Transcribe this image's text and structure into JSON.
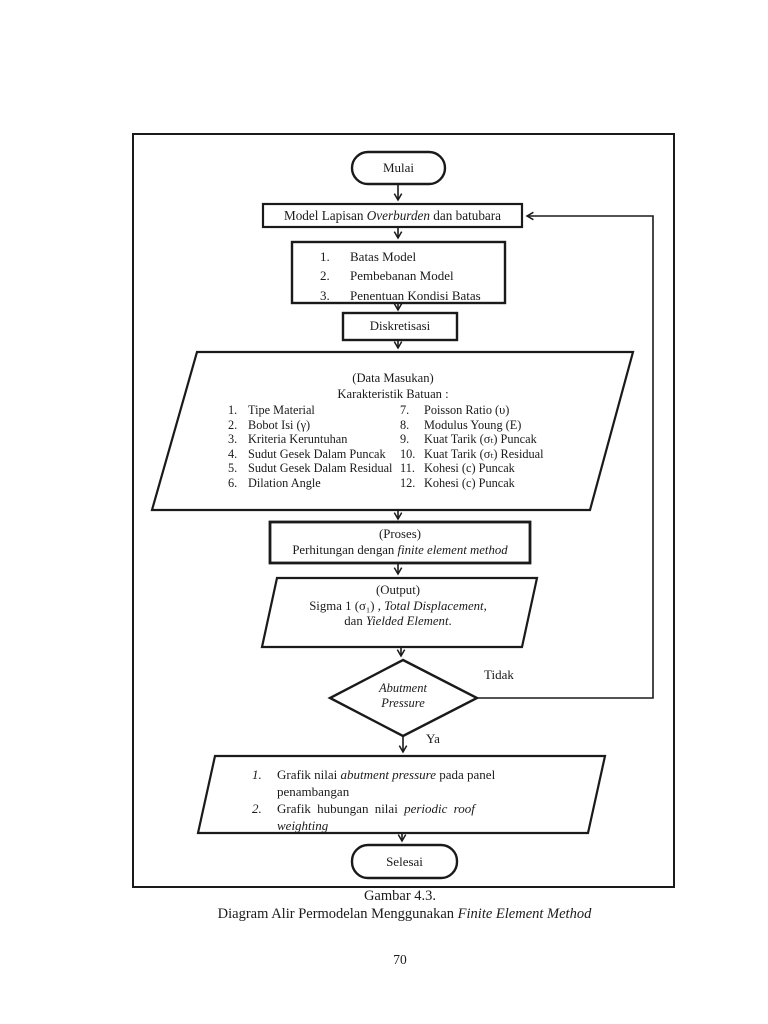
{
  "colors": {
    "ink": "#1a1a1a",
    "paper": "#ffffff"
  },
  "page": {
    "number": "70"
  },
  "caption": {
    "line1": "Gambar 4.3.",
    "line2_prefix": "Diagram Alir Permodelan Menggunakan ",
    "line2_italic": "Finite Element Method"
  },
  "flow": {
    "start": "Mulai",
    "model": {
      "prefix": "Model Lapisan ",
      "italic": "Overburden",
      "suffix": " dan batubara"
    },
    "setup": {
      "items": [
        {
          "num": "1.",
          "text": "Batas Model"
        },
        {
          "num": "2.",
          "text": "Pembebanan Model"
        },
        {
          "num": "3.",
          "text": "Penentuan Kondisi Batas"
        }
      ]
    },
    "discretize": "Diskretisasi",
    "input": {
      "title": "(Data Masukan)",
      "subtitle": "Karakteristik Batuan :",
      "left_items": [
        {
          "num": "1.",
          "text": "Tipe Material"
        },
        {
          "num": "2.",
          "text": "Bobot Isi (γ)"
        },
        {
          "num": "3.",
          "text": "Kriteria Keruntuhan"
        },
        {
          "num": "4.",
          "text": "Sudut Gesek Dalam Puncak"
        },
        {
          "num": "5.",
          "text": "Sudut Gesek Dalam Residual"
        },
        {
          "num": "6.",
          "text": "Dilation Angle"
        }
      ],
      "right_items": [
        {
          "num": "7.",
          "text": "Poisson Ratio (υ)"
        },
        {
          "num": "8.",
          "text": "Modulus Young (E)"
        },
        {
          "num": "9.",
          "text": "Kuat Tarik (σₜ) Puncak"
        },
        {
          "num": "10.",
          "text": "Kuat Tarik (σₜ) Residual"
        },
        {
          "num": "11.",
          "text": "Kohesi (c) Puncak"
        },
        {
          "num": "12.",
          "text": "Kohesi (c) Puncak"
        }
      ]
    },
    "process": {
      "title": "(Proses)",
      "prefix": "Perhitungan dengan ",
      "italic": "finite element method"
    },
    "output": {
      "title": "(Output)",
      "line1_prefix": "Sigma 1 (σ₁) , ",
      "line1_italic": "Total Displacement,",
      "line2_prefix": "dan ",
      "line2_italic": "Yielded Element",
      "line2_suffix": "."
    },
    "decision": {
      "line1": "Abutment",
      "line2": "Pressure",
      "no": "Tidak",
      "yes": "Ya"
    },
    "results": {
      "items": [
        {
          "num": "1.",
          "prefix": "Grafik nilai ",
          "italic": "abutment pressure",
          "suffix": " pada panel penambangan"
        },
        {
          "num": "2.",
          "prefix": "Grafik hubungan nilai ",
          "italic": "periodic roof weighting",
          "suffix": ""
        }
      ]
    },
    "end": "Selesai"
  }
}
